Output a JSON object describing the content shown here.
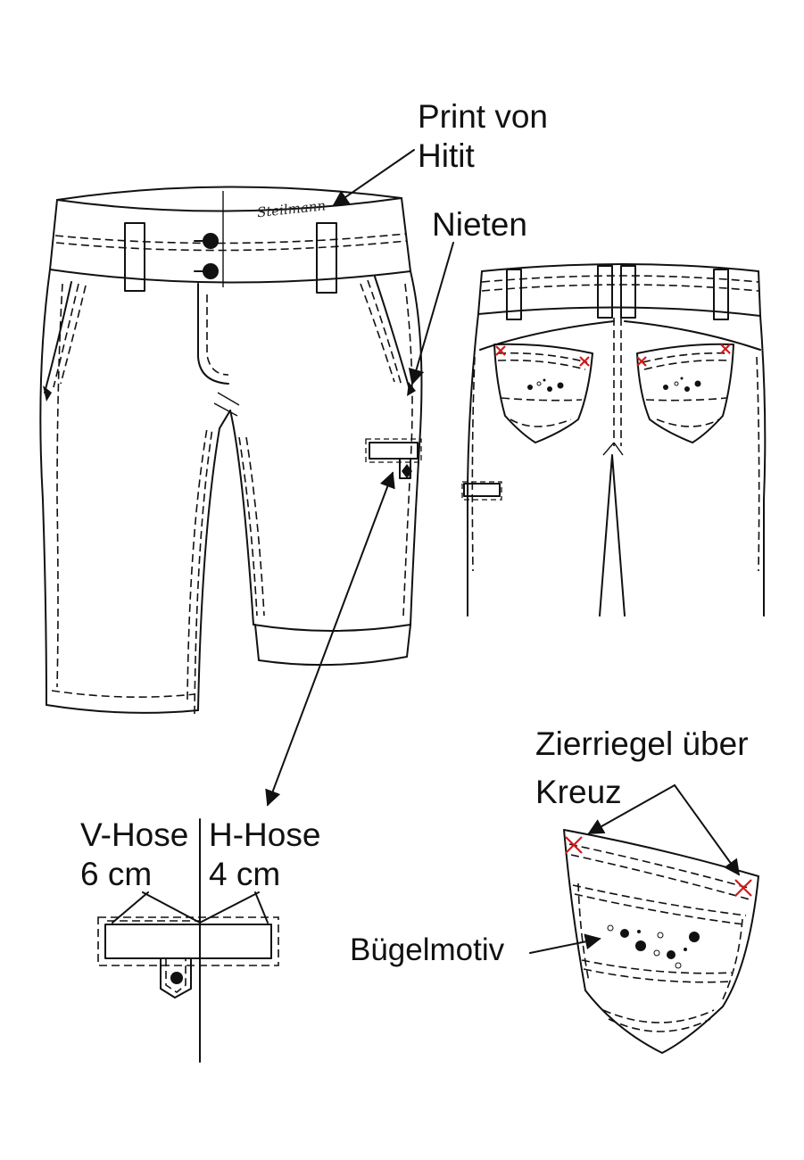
{
  "labels": {
    "print": "Print von\nHitit",
    "rivets": "Nieten",
    "decor_bartack": "Zierriegel über\nKreuz",
    "iron_motif": "Bügelmotiv",
    "front_tab_label": "V-Hose",
    "front_tab_size": "6 cm",
    "back_tab_label": "H-Hose",
    "back_tab_size": "4 cm"
  },
  "logo_text": "Steilmann",
  "colors": {
    "line": "#111111",
    "bartack_cross": "#d11a1a",
    "background": "#ffffff"
  }
}
